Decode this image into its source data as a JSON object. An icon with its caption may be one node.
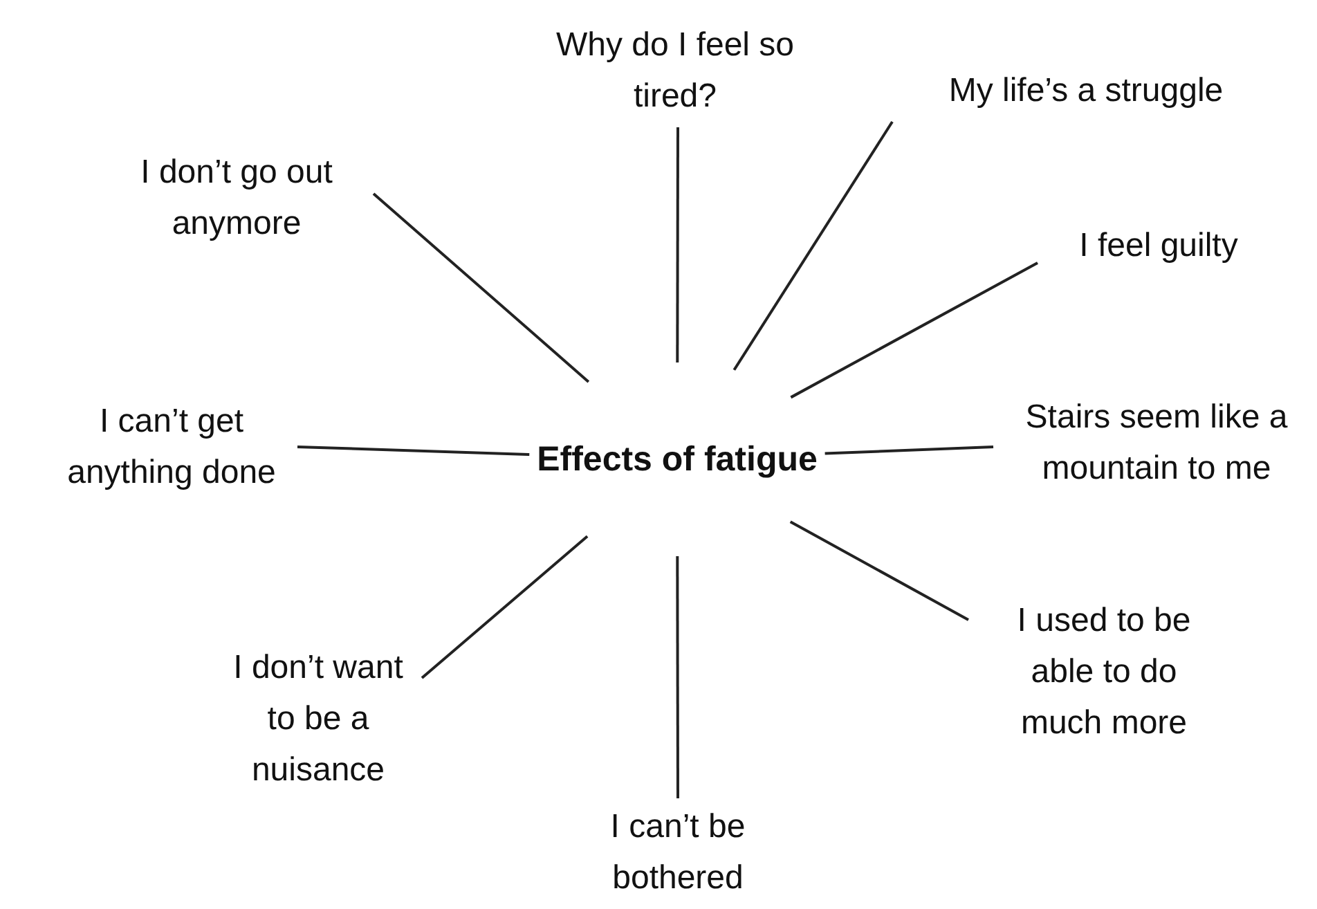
{
  "diagram": {
    "nodes": [
      {
        "text": [
          "Effects of fatigue"
        ]
      },
      {
        "text": [
          "Why do I feel so tired?"
        ]
      },
      {
        "text": [
          "My life’s a struggle"
        ]
      },
      {
        "text": [
          "I don’t go out anymore"
        ]
      },
      {
        "text": [
          "I feel guilty"
        ]
      },
      {
        "text": [
          "Stairs seem like a mountain to me"
        ]
      },
      {
        "text": [
          "I can’t get anything done"
        ]
      },
      {
        "text": [
          "I used to be able to do much more"
        ]
      },
      {
        "text": [
          "I don’t want to be a nuisance"
        ]
      },
      {
        "text": [
          "I can’t be bothered"
        ]
      }
    ],
    "edges": [
      {
        "from": 0,
        "to": 1,
        "arrow": "none"
      },
      {
        "from": 0,
        "to": 2,
        "arrow": "none"
      },
      {
        "from": 0,
        "to": 3,
        "arrow": "none"
      },
      {
        "from": 0,
        "to": 4,
        "arrow": "none"
      },
      {
        "from": 0,
        "to": 5,
        "arrow": "none"
      },
      {
        "from": 0,
        "to": 6,
        "arrow": "none"
      },
      {
        "from": 0,
        "to": 7,
        "arrow": "none"
      },
      {
        "from": 0,
        "to": 8,
        "arrow": "none"
      },
      {
        "from": 0,
        "to": 9,
        "arrow": "none"
      }
    ]
  }
}
